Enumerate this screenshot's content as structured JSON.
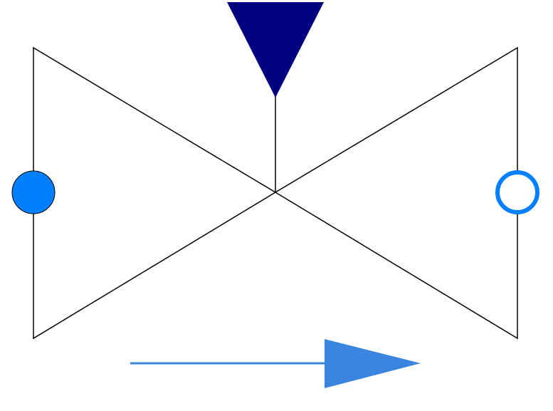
{
  "diagram": {
    "type": "valve-icon",
    "colors": {
      "outline": "#000000",
      "actuator": "#000080",
      "port_in_fill": "#0080FF",
      "port_out_stroke": "#0080FF",
      "port_out_fill": "#FFFFFF",
      "flow_arrow": "#3A85E0",
      "background": "#FFFFFF"
    },
    "elements": {
      "body_shape": "double-triangle (bow-tie) valve body",
      "actuator_icon": "downward-triangle",
      "inlet_port_icon": "filled-circle",
      "outlet_port_icon": "hollow-circle",
      "flow_direction_icon": "right-arrow"
    }
  }
}
